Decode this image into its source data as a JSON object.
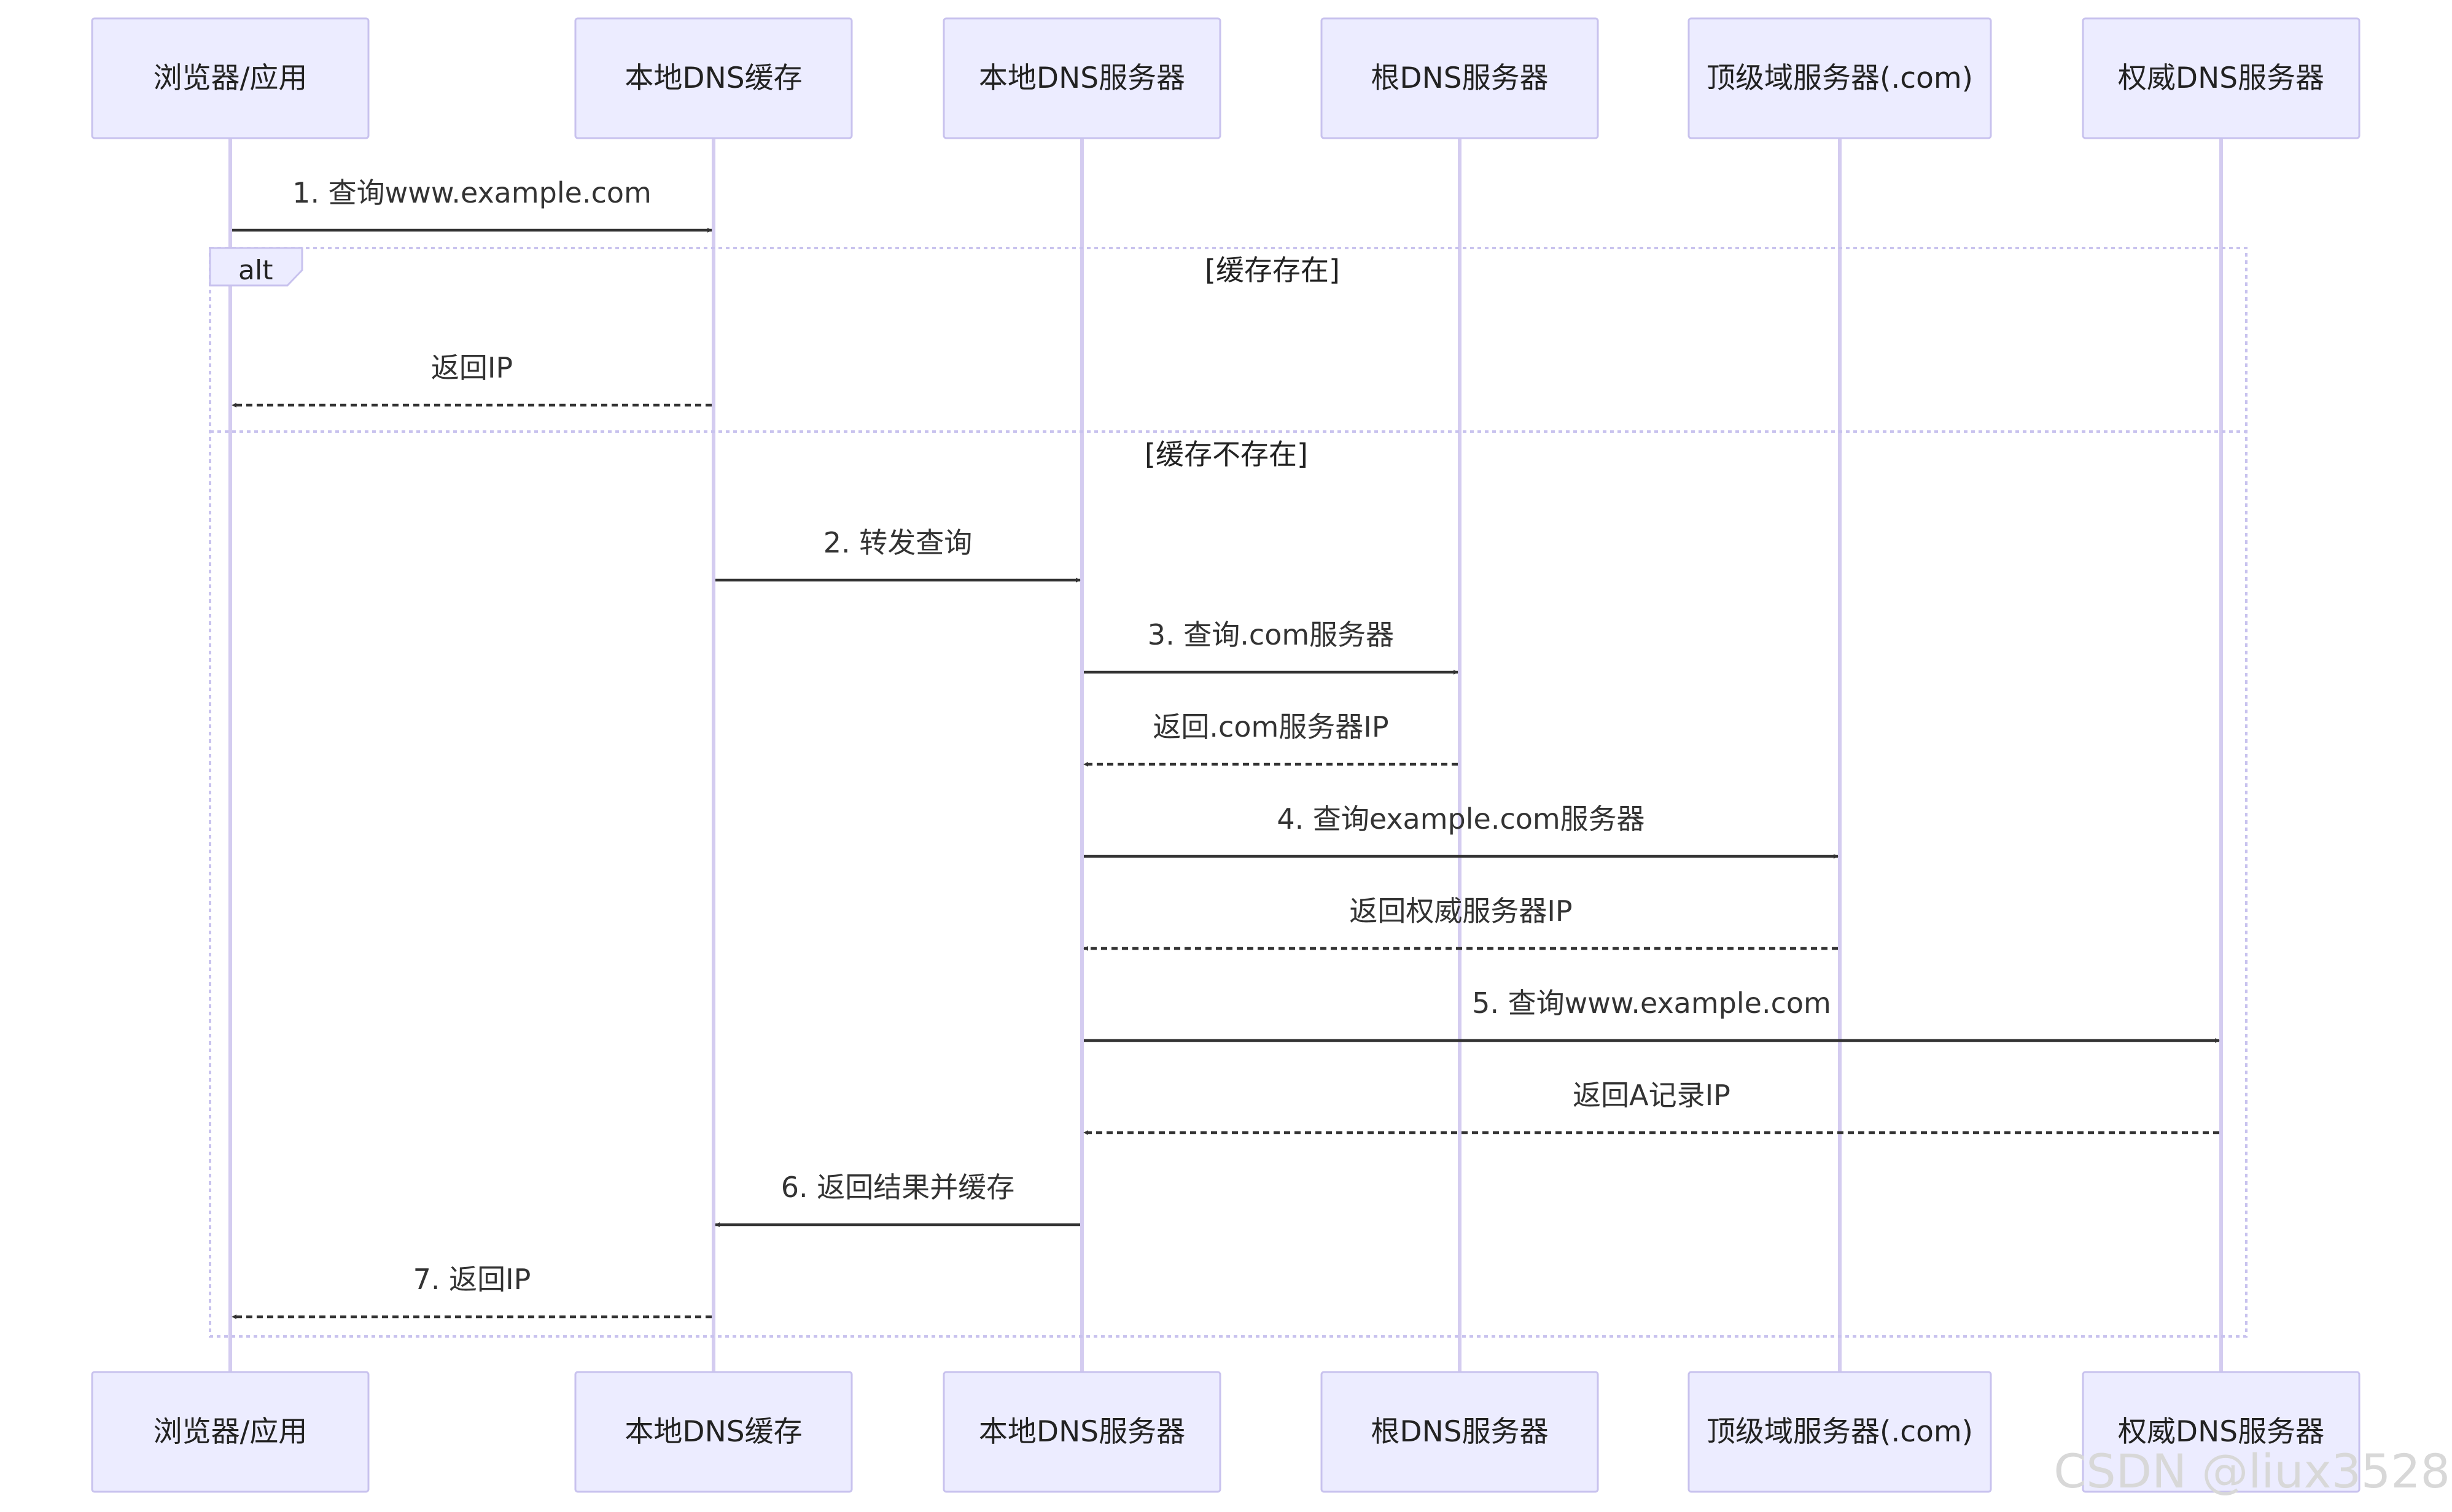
{
  "participants": [
    {
      "id": "browser",
      "label": "浏览器/应用"
    },
    {
      "id": "cache",
      "label": "本地DNS缓存"
    },
    {
      "id": "local",
      "label": "本地DNS服务器"
    },
    {
      "id": "root",
      "label": "根DNS服务器"
    },
    {
      "id": "tld",
      "label": "顶级域服务器(.com)"
    },
    {
      "id": "auth",
      "label": "权威DNS服务器"
    }
  ],
  "messages": [
    {
      "from": "browser",
      "to": "cache",
      "label": "1. 查询www.example.com",
      "style": "solid"
    },
    {
      "from": "cache",
      "to": "browser",
      "label": "返回IP",
      "style": "dashed"
    },
    {
      "from": "cache",
      "to": "local",
      "label": "2. 转发查询",
      "style": "solid"
    },
    {
      "from": "local",
      "to": "root",
      "label": "3. 查询.com服务器",
      "style": "solid"
    },
    {
      "from": "root",
      "to": "local",
      "label": "返回.com服务器IP",
      "style": "dashed"
    },
    {
      "from": "local",
      "to": "tld",
      "label": "4. 查询example.com服务器",
      "style": "solid"
    },
    {
      "from": "tld",
      "to": "local",
      "label": "返回权威服务器IP",
      "style": "dashed"
    },
    {
      "from": "local",
      "to": "auth",
      "label": "5. 查询www.example.com",
      "style": "solid"
    },
    {
      "from": "auth",
      "to": "local",
      "label": "返回A记录IP",
      "style": "dashed"
    },
    {
      "from": "local",
      "to": "cache",
      "label": "6. 返回结果并缓存",
      "style": "solid"
    },
    {
      "from": "cache",
      "to": "browser",
      "label": "7. 返回IP",
      "style": "dashed"
    }
  ],
  "alt_block": {
    "label": "alt",
    "sections": [
      "[缓存存在]",
      "[缓存不存在]"
    ]
  },
  "watermark": "CSDN @liux3528",
  "colors": {
    "actor_fill": "#ECECFF",
    "actor_stroke": "#C8C2EE",
    "lifeline": "#D4CCF0",
    "arrow": "#333333"
  }
}
